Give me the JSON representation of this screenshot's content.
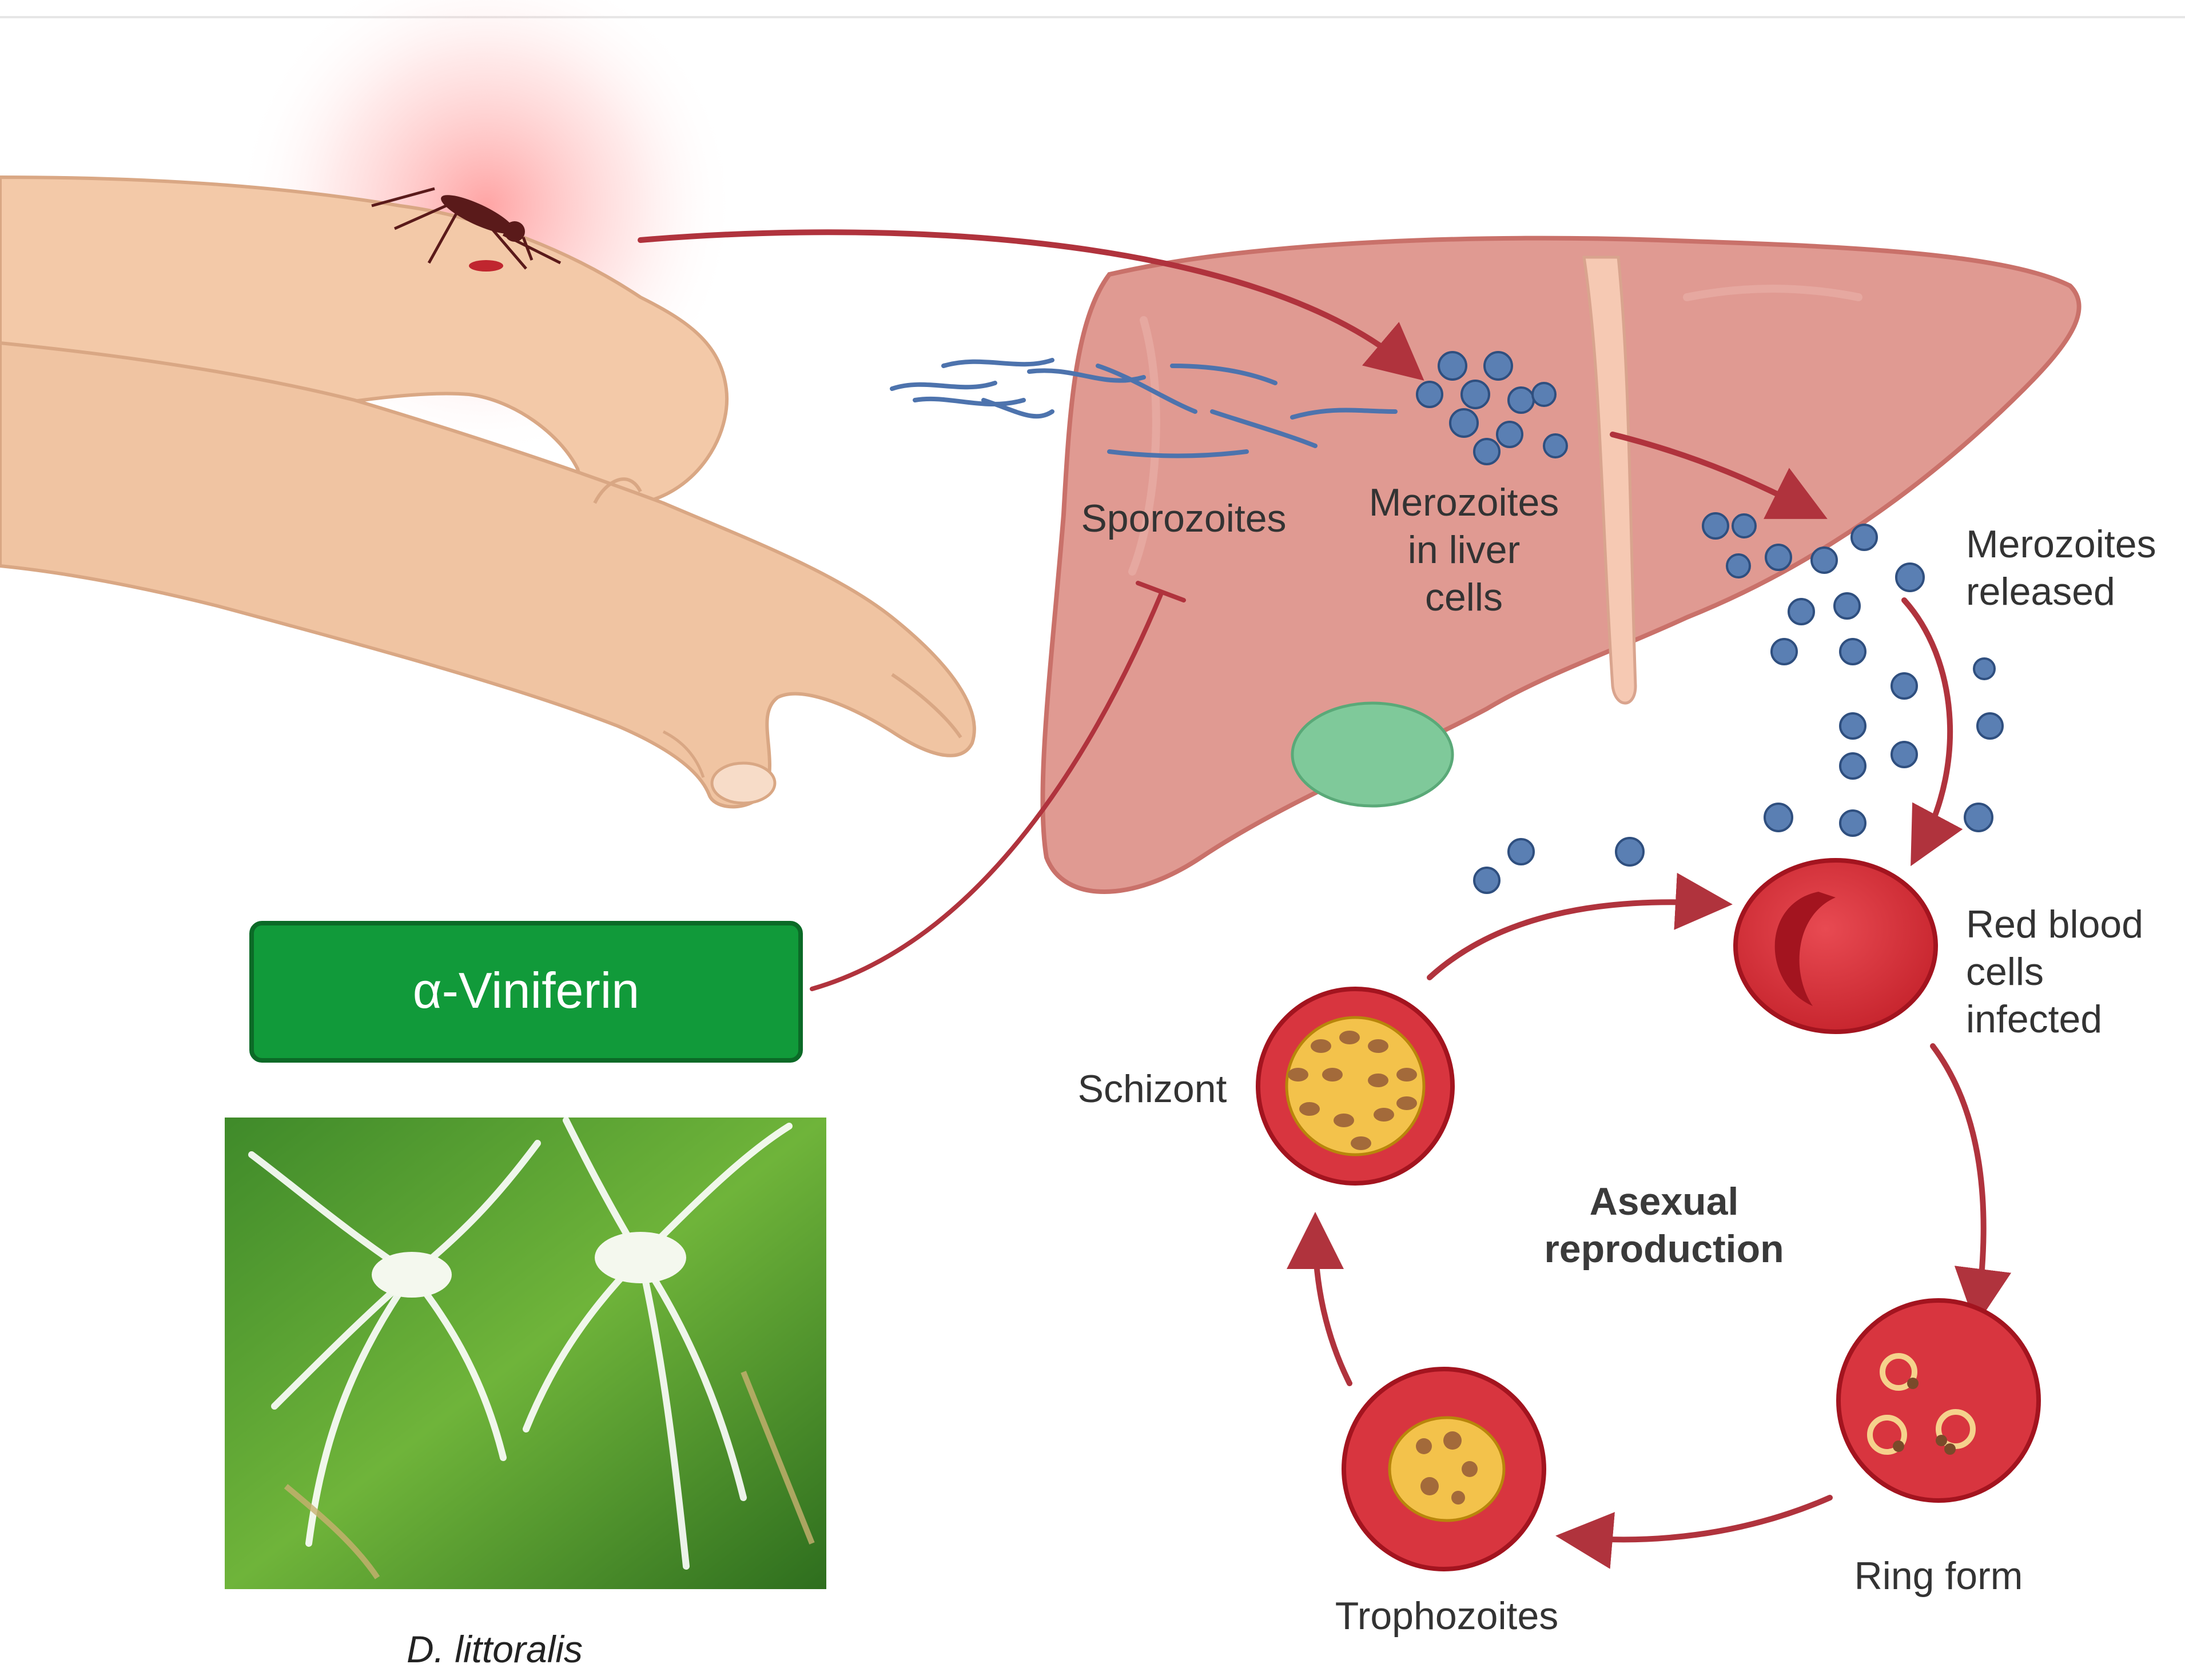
{
  "colors": {
    "arrow": "#b0333d",
    "liver": "#e09a92",
    "liver_dark": "#c9716a",
    "gallbladder": "#7fc99a",
    "rbc": "#d8353f",
    "rbc_dark": "#a3141f",
    "parasite": "#5a7fb3",
    "button": "#119a3a",
    "button_border": "#0b6a27",
    "skin": "#f3c9a8",
    "skin_line": "#d9a784"
  },
  "icons": [
    "mosquito-icon",
    "hand-icon",
    "liver-icon",
    "sporozoite-icon",
    "merozoite-icon",
    "red-blood-cell-icon",
    "ring-form-icon",
    "trophozoite-icon",
    "schizont-icon",
    "plant-photo-icon",
    "inhibition-arrow-icon"
  ],
  "labels": {
    "sporozoites": "Sporozoites",
    "merozoites_liver_1": "Merozoites",
    "merozoites_liver_2": "in liver",
    "merozoites_liver_3": "cells",
    "merozoites_released_1": "Merozoites",
    "merozoites_released_2": "released",
    "rbc_1": "Red blood",
    "rbc_2": "cells",
    "rbc_3": "infected",
    "ring_form": "Ring form",
    "trophozoites": "Trophozoites",
    "schizont": "Schizont",
    "asexual_1": "Asexual",
    "asexual_2": "reproduction",
    "compound": "α-Viniferin",
    "plant_caption": "D. littoralis"
  }
}
